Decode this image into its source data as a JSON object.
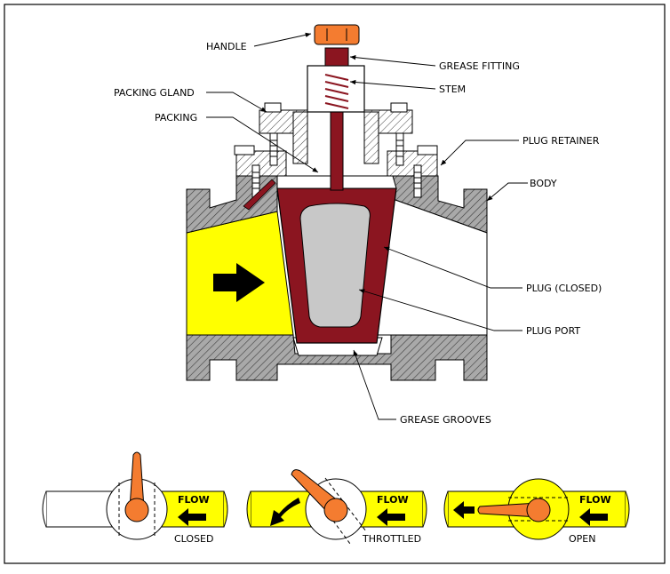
{
  "labels": {
    "handle": "HANDLE",
    "grease_fitting": "GREASE FITTING",
    "stem": "STEM",
    "packing_gland": "PACKING GLAND",
    "packing": "PACKING",
    "plug_retainer": "PLUG RETAINER",
    "body": "BODY",
    "plug_closed": "PLUG (CLOSED)",
    "plug_port": "PLUG PORT",
    "grease_grooves": "GREASE GROOVES"
  },
  "positions": [
    {
      "caption": "CLOSED",
      "flow": "FLOW"
    },
    {
      "caption": "THROTTLED",
      "flow": "FLOW"
    },
    {
      "caption": "OPEN",
      "flow": "FLOW"
    }
  ],
  "colors": {
    "plug": "#8b1520",
    "fluid": "#ffff00",
    "handle": "#f47c30",
    "port": "#c8c8c8",
    "body": "#888888",
    "border": "#000000"
  }
}
